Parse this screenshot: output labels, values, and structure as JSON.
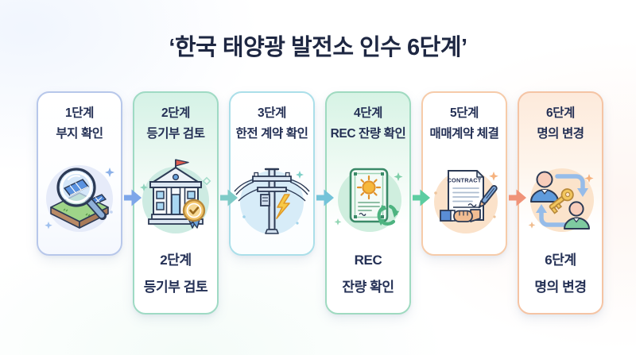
{
  "title": "‘한국 태양광 발전소 인수 6단계’",
  "colors": {
    "title_text": "#1e2742",
    "body_text": "#243055",
    "card_borders": [
      "#b7c7ea",
      "#9fdac4",
      "#abdfe9",
      "#9fdac0",
      "#f6cba9",
      "#f5c4a4"
    ]
  },
  "steps": [
    {
      "step": "1단계",
      "name": "부지 확인",
      "icon": "magnifier-solar-site-icon"
    },
    {
      "step": "2단계",
      "name": "등기부 검토",
      "bottom_step": "2단계",
      "bottom_name": "등기부 검토",
      "icon": "registry-building-icon"
    },
    {
      "step": "3단계",
      "name": "한전 계약 확인",
      "icon": "power-pole-icon"
    },
    {
      "step": "4단계",
      "name": "REC 잔량 확인",
      "bottom_step": "REC",
      "bottom_name": "잔량 확인",
      "icon": "rec-certificate-icon"
    },
    {
      "step": "5단계",
      "name": "매매계약 체결",
      "icon": "contract-handshake-icon",
      "contract_label": "CONTRACT"
    },
    {
      "step": "6단계",
      "name": "명의 변경",
      "bottom_step": "6단계",
      "bottom_name": "명의 변경",
      "icon": "ownership-transfer-icon"
    }
  ],
  "arrows": [
    {
      "direction": "right",
      "color": "#7da6e9"
    },
    {
      "direction": "right",
      "color": "#7fcbc7"
    },
    {
      "direction": "right",
      "color": "#74c3d9"
    },
    {
      "direction": "right",
      "color": "#5ccda1"
    },
    {
      "direction": "right",
      "color": "#f09379"
    }
  ]
}
